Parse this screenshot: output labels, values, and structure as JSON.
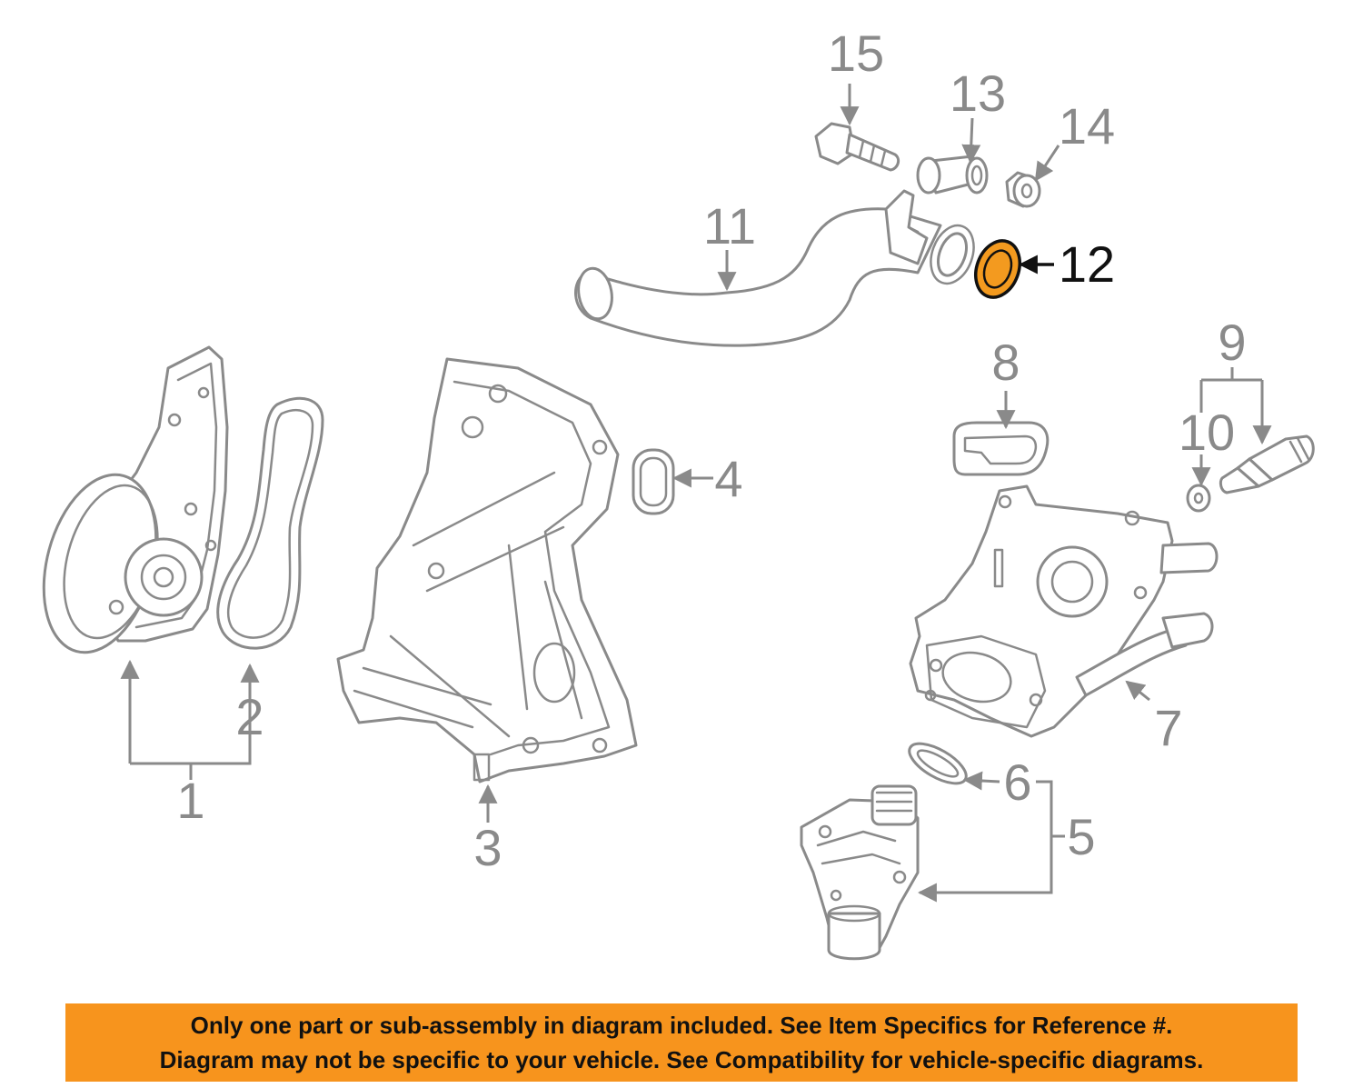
{
  "callouts": {
    "c1": "1",
    "c2": "2",
    "c3": "3",
    "c4": "4",
    "c5": "5",
    "c6": "6",
    "c7": "7",
    "c8": "8",
    "c9": "9",
    "c10": "10",
    "c11": "11",
    "c12": "12",
    "c13": "13",
    "c14": "14",
    "c15": "15"
  },
  "highlight": {
    "part_number": "12",
    "color": "#f39a1f"
  },
  "colors": {
    "line": "#8a8a8a",
    "notice_bg": "#f7941d",
    "text_dark": "#111111"
  },
  "notice": {
    "line1": "Only one part or sub-assembly in diagram included. See Item Specifics for Reference #.",
    "line2": "Diagram may not be specific to your vehicle. See Compatibility for vehicle-specific diagrams."
  }
}
